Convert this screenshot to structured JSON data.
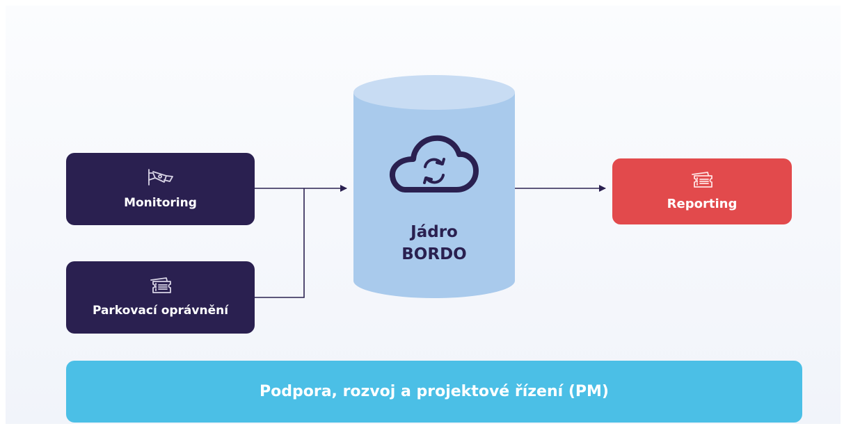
{
  "colors": {
    "dark_box": "#2a2050",
    "reporting_box": "#e24a4c",
    "cylinder": "#a9caec",
    "cylinder_top": "#c8dcf3",
    "bottom_bar": "#4bbfe6",
    "core_text": "#2a2050"
  },
  "inputs": [
    {
      "label": "Monitoring",
      "icon": "camera-icon"
    },
    {
      "label": "Parkovací oprávnění",
      "icon": "ticket-icon"
    }
  ],
  "core": {
    "line1": "Jádro",
    "line2": "BORDO",
    "icon": "cloud-sync-icon"
  },
  "output": {
    "label": "Reporting",
    "icon": "ticket-icon"
  },
  "bottom_bar": {
    "label": "Podpora, rozvoj a projektové řízení (PM)"
  }
}
